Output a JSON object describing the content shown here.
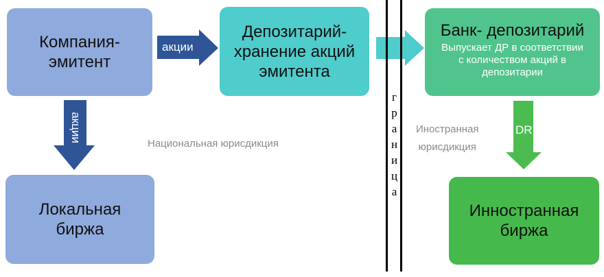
{
  "boxes": {
    "issuer": "Компания-\nэмитент",
    "depositary": "Депозитарий-\nхранение акций\nэмитента",
    "bank_title": "Банк- депозитарий",
    "bank_sub": "Выпускает ДР в соответствии\nс количеством акций в\nдепозитарии",
    "local": "Локальная\nбиржа",
    "foreign": "Инностранная\nбиржа"
  },
  "arrows": {
    "shares_right": "акции",
    "shares_down": "акции",
    "dr": "DR"
  },
  "labels": {
    "national": "Национальная юрисдикция",
    "foreign": "Иностранная\nюрисдикция"
  },
  "border": [
    "г",
    "р",
    "а",
    "н",
    "и",
    "ц",
    "а"
  ],
  "colors": {
    "blue_box": "#8faadc",
    "teal_box": "#4fcccc",
    "bank_box": "#50c48c",
    "foreign_box": "#46b94c",
    "blue_arrow": "#2f5597",
    "teal_arrow": "#4fcccc",
    "green_arrow": "#4cbc50"
  }
}
